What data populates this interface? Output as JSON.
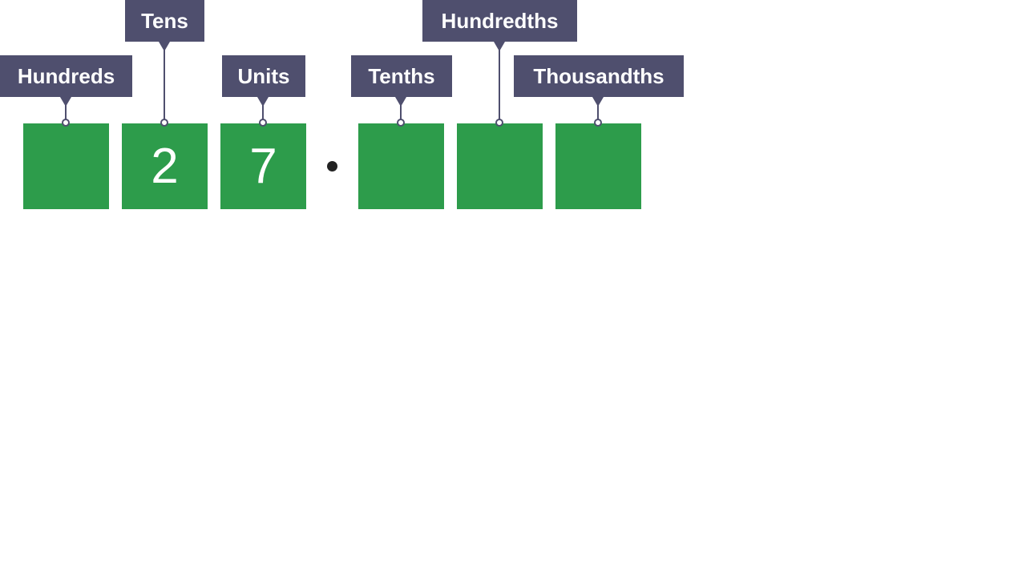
{
  "colors": {
    "label_background": "#4f4f6e",
    "label_text": "#ffffff",
    "box_fill": "#2d9c4b",
    "digit_text": "#ffffff",
    "decimal_point": "#222222"
  },
  "places": [
    {
      "label": "Hundreds",
      "digit": ""
    },
    {
      "label": "Tens",
      "digit": "2"
    },
    {
      "label": "Units",
      "digit": "7"
    },
    {
      "label": "Tenths",
      "digit": ""
    },
    {
      "label": "Hundredths",
      "digit": ""
    },
    {
      "label": "Thousandths",
      "digit": ""
    }
  ]
}
